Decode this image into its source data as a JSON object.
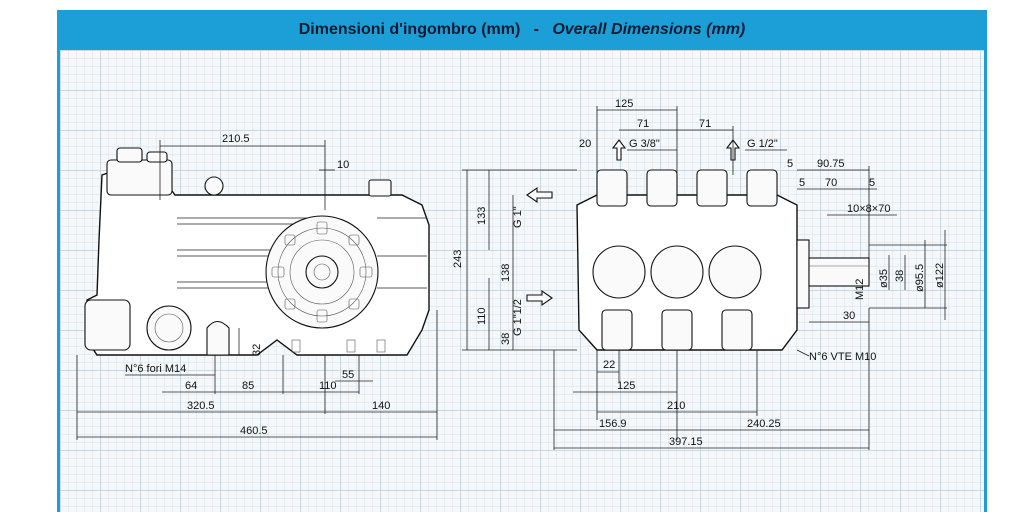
{
  "header": {
    "title_it": "Dimensioni d'ingombro (mm)",
    "separator": "-",
    "title_en": "Overall Dimensions (mm)"
  },
  "side_view": {
    "dims": {
      "d210_5": "210.5",
      "d10": "10",
      "d32": "32",
      "d64": "64",
      "d85": "85",
      "d110": "110",
      "d55": "55",
      "d320_5": "320.5",
      "d140": "140",
      "d460_5": "460.5"
    },
    "note_holes": "N°6 fori M14"
  },
  "front_view": {
    "dims": {
      "d125_top": "125",
      "d71a": "71",
      "d71b": "71",
      "d20": "20",
      "d5a": "5",
      "d90_75": "90.75",
      "d5b": "5",
      "d70": "70",
      "d5c": "5",
      "d133": "133",
      "d243": "243",
      "d138": "138",
      "d110": "110",
      "d38_left": "38",
      "d22": "22",
      "d125_bot": "125",
      "d210": "210",
      "d156_9": "156.9",
      "d240_25": "240.25",
      "d397_15": "397.15",
      "d30": "30",
      "d35": "ø35",
      "d38": "38",
      "d95_5": "ø95.5",
      "d122": "ø122",
      "m12": "M12"
    },
    "ports": {
      "g38": "G 3/8\"",
      "g12": "G 1/2\"",
      "g1": "G 1\"",
      "g112": "G 1\"1/2"
    },
    "key": "10×8×70",
    "note_screws": "N°6 VTE M10"
  }
}
